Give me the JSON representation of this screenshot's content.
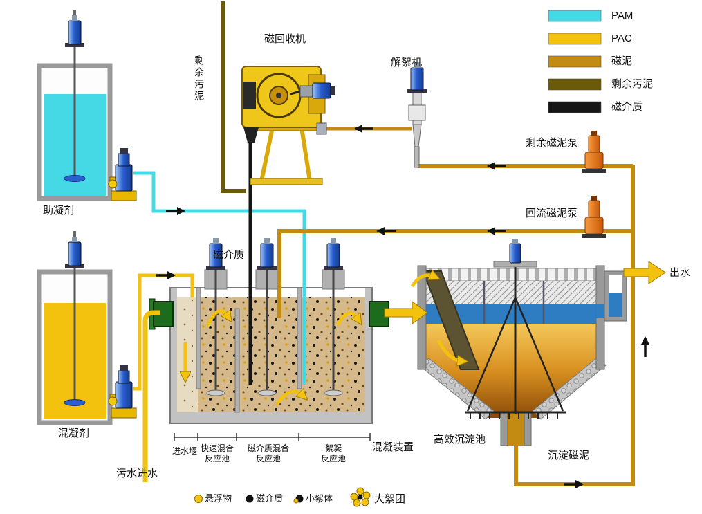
{
  "legend": {
    "items": [
      {
        "label": "PAM",
        "color": "#45d9e6"
      },
      {
        "label": "PAC",
        "color": "#f2c20e"
      },
      {
        "label": "磁泥",
        "color": "#c38b12"
      },
      {
        "label": "剩余污泥",
        "color": "#6a5a0a"
      },
      {
        "label": "磁介质",
        "color": "#161616"
      }
    ]
  },
  "labels": {
    "coagulant_aid": "助凝剂",
    "coagulant": "混凝剂",
    "magnetic_recovery_machine": "磁回收机",
    "deflocculator": "解絮机",
    "surplus_sludge": "剩余污泥",
    "surplus_magnetic_mud_pump": "剩余磁泥泵",
    "return_magnetic_mud_pump": "回流磁泥泵",
    "magnetic_medium": "磁介质",
    "water_outlet": "出水",
    "sewage_inlet": "污水进水",
    "settled_magnetic_mud": "沉淀磁泥",
    "high_efficiency_settling_tank": "高效沉淀池",
    "coagulation_device": "混凝装置"
  },
  "basin_sections": {
    "inlet_weir": "进水堰",
    "rapid_mix_line1": "快速混合",
    "rapid_mix_line2": "反应池",
    "magnetic_mix_line1": "磁介质混合",
    "magnetic_mix_line2": "反应池",
    "flocculation_line1": "絮凝",
    "flocculation_line2": "反应池"
  },
  "particle_legend": {
    "suspended_solids": "悬浮物",
    "magnetic_medium": "磁介质",
    "small_floc": "小絮体",
    "large_floc": "大絮团"
  }
}
